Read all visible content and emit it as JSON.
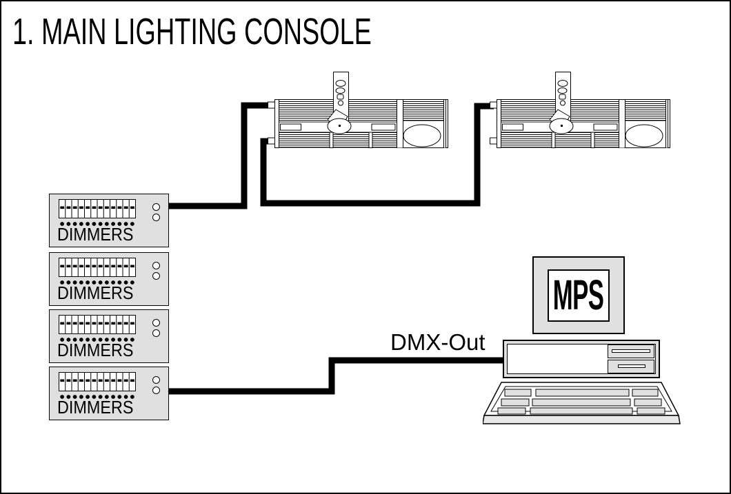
{
  "title": "1. MAIN LIGHTING CONSOLE",
  "dimmers": [
    {
      "label": "DIMMERS"
    },
    {
      "label": "DIMMERS"
    },
    {
      "label": "DIMMERS"
    },
    {
      "label": "DIMMERS"
    }
  ],
  "console": {
    "monitor_label": "MPS"
  },
  "connections": {
    "dmx_out_label": "DMX-Out"
  },
  "colors": {
    "panel_gray": "#e0e0e0",
    "line_black": "#000000",
    "background": "#ffffff"
  },
  "icons": {
    "fixture_1": "moving-head-light-fixture",
    "fixture_2": "moving-head-light-fixture",
    "dimmer_panel": "fader-bank",
    "dimmer_knobs": "indicator-knobs",
    "computer_case": "desktop-computer-case",
    "monitor": "computer-monitor",
    "keyboard": "computer-keyboard",
    "cables": "dmx-signal-cables"
  }
}
